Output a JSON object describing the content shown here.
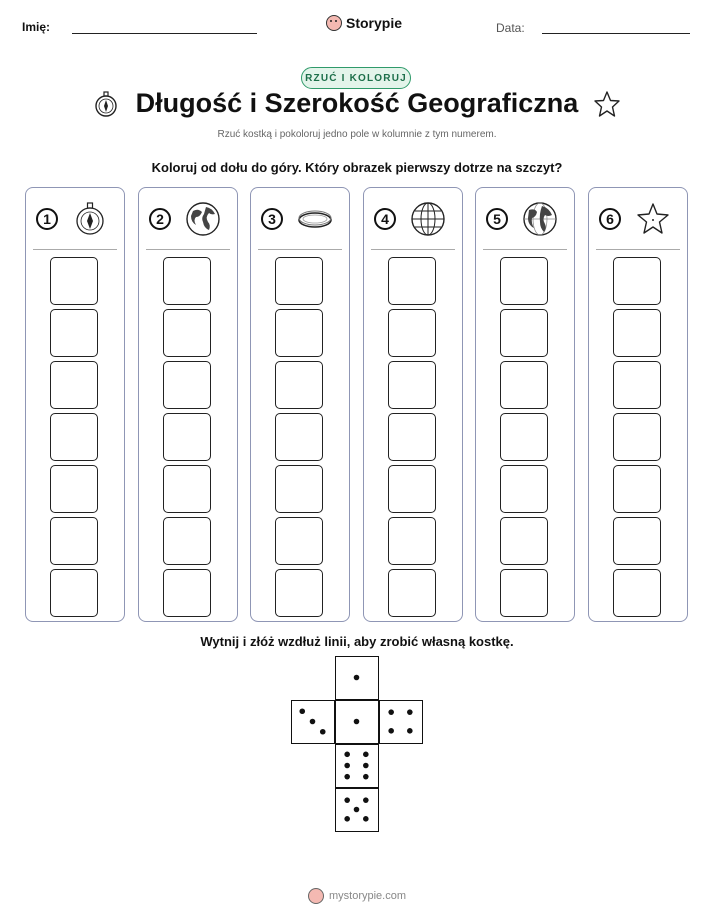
{
  "header": {
    "name_label": "Imię:",
    "date_label": "Data:",
    "brand": "Storypie"
  },
  "badge": "RZUĆ I KOLORUJ",
  "title": "Długość i Szerokość Geograficzna",
  "subtitle": "Rzuć kostką i pokoloruj jedno pole w kolumnie z tym numerem.",
  "instruction": "Koloruj od dołu do góry. Który obrazek pierwszy dotrze na szczyt?",
  "columns": [
    {
      "number": "1",
      "icon": "compass-icon"
    },
    {
      "number": "2",
      "icon": "globe-icon"
    },
    {
      "number": "3",
      "icon": "ring-icon"
    },
    {
      "number": "4",
      "icon": "wireframe-globe-icon"
    },
    {
      "number": "5",
      "icon": "earth-icon"
    },
    {
      "number": "6",
      "icon": "starfish-icon"
    }
  ],
  "cells_per_column": 7,
  "cut_instruction": "Wytnij i złóż wzdłuż linii, aby zrobić własną kostkę.",
  "die_faces": [
    1,
    3,
    1,
    4,
    6,
    5
  ],
  "footer": "mystorypie.com"
}
